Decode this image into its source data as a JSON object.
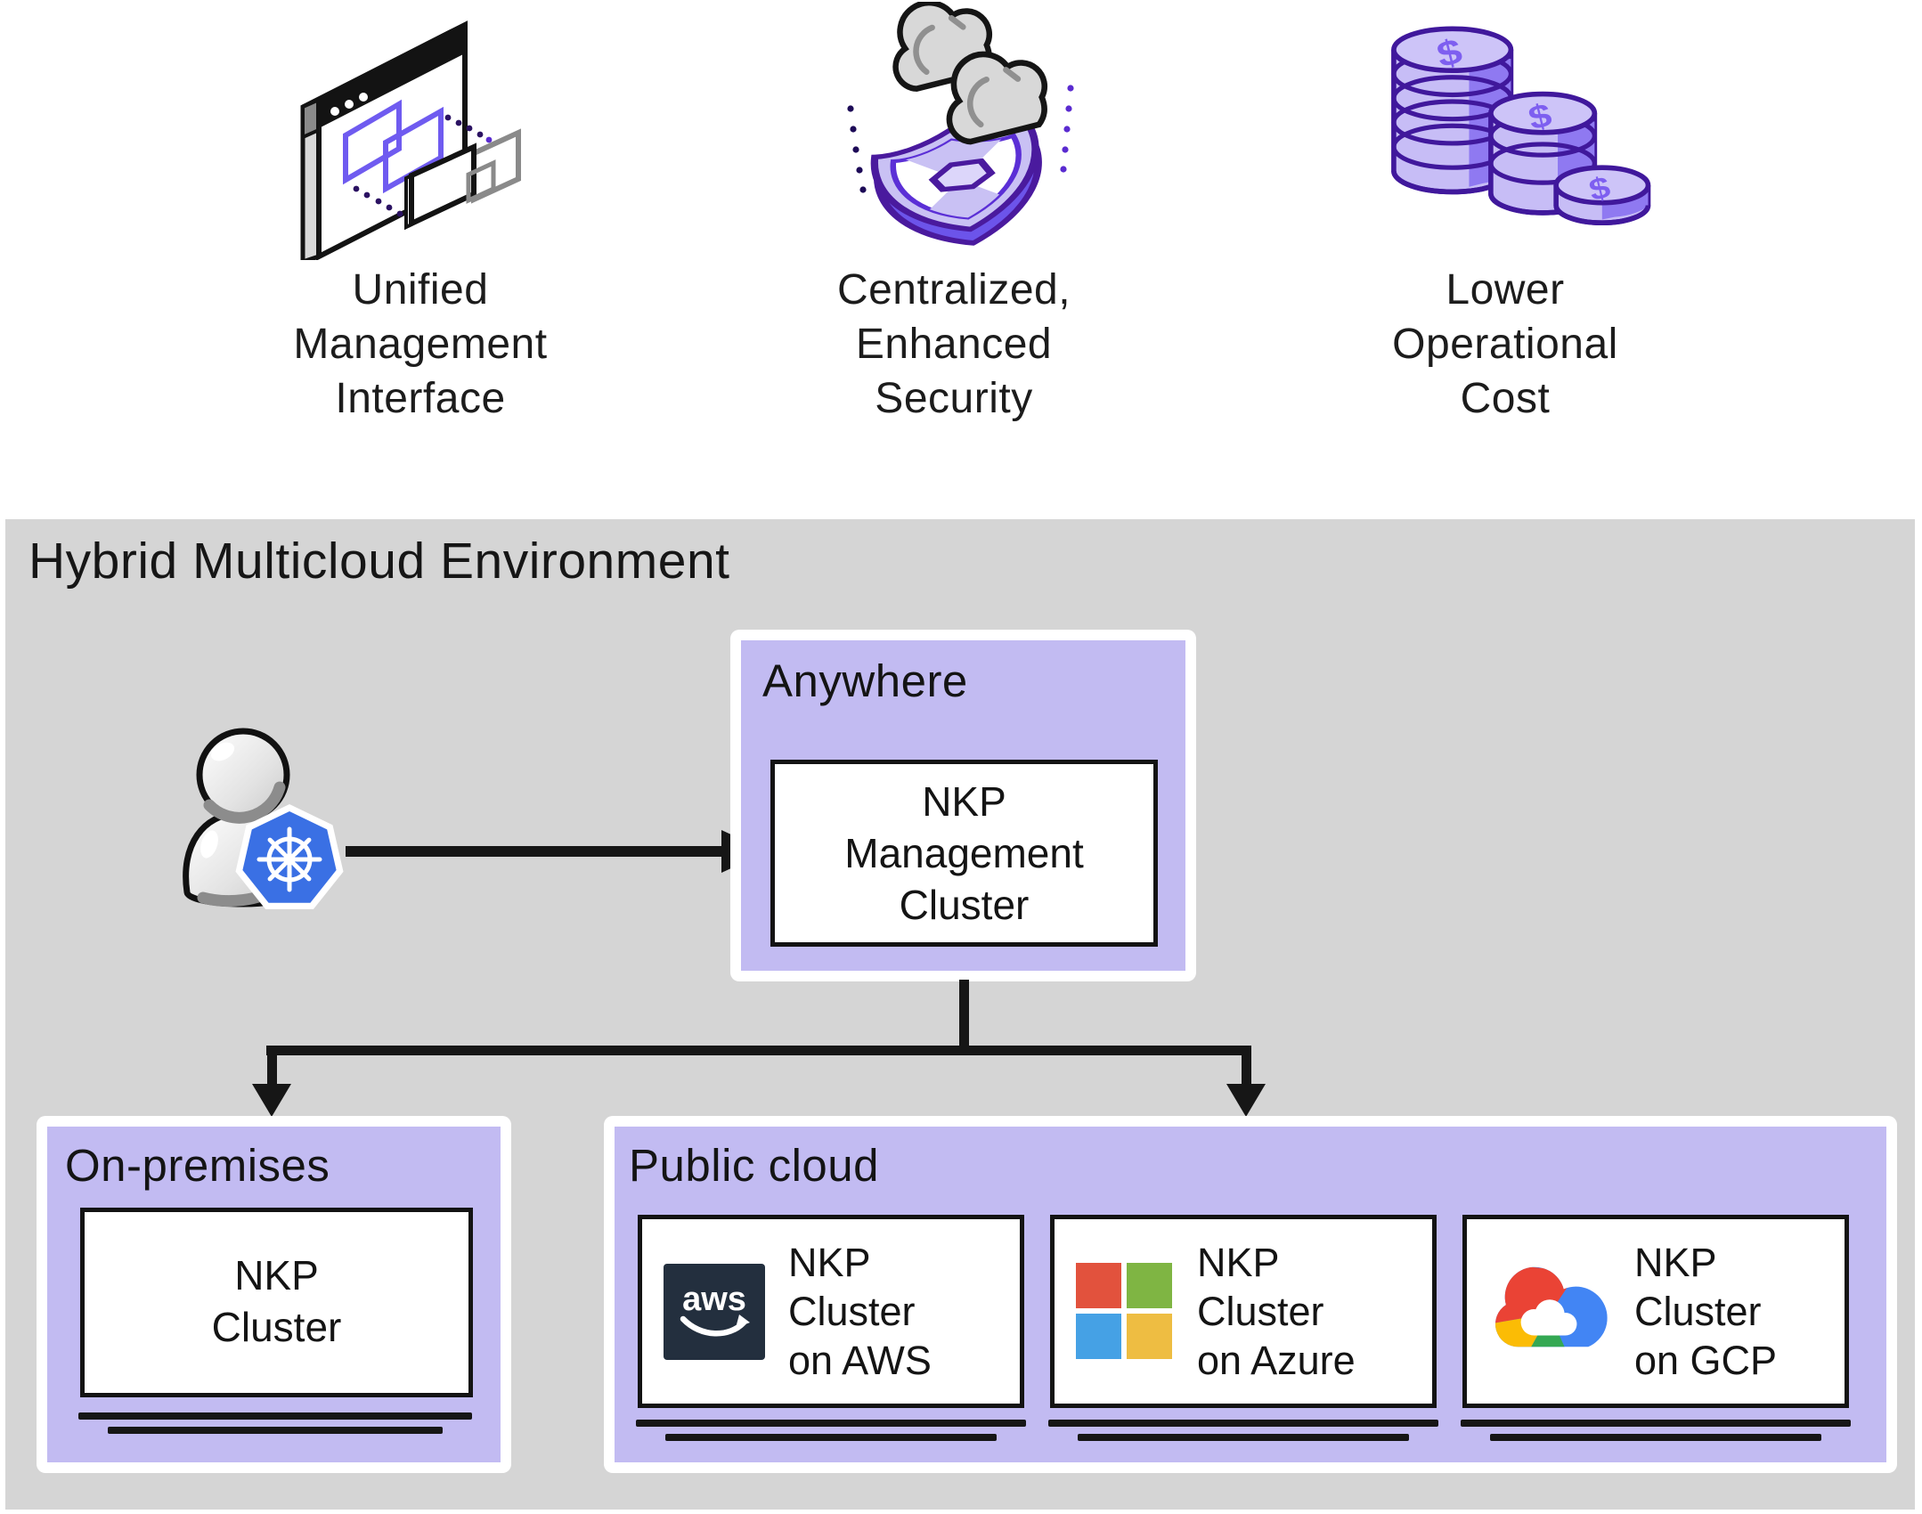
{
  "benefits": {
    "items": [
      {
        "icon": "browser-window-icon",
        "label": "Unified\nManagement\nInterface"
      },
      {
        "icon": "clouds-shield-icon",
        "label": "Centralized,\nEnhanced\nSecurity"
      },
      {
        "icon": "coins-stack-icon",
        "label": "Lower\nOperational\nCost"
      }
    ]
  },
  "environment": {
    "title": "Hybrid Multicloud Environment",
    "operator": {
      "icon": "user-icon",
      "badge_icon": "kubernetes-icon"
    },
    "anywhere": {
      "title": "Anywhere",
      "box_label": "NKP\nManagement\nCluster"
    },
    "on_premises": {
      "title": "On-premises",
      "box_label": "NKP\nCluster"
    },
    "public_cloud": {
      "title": "Public cloud",
      "clusters": [
        {
          "provider_logo": "aws-logo",
          "aws_logo_text": "aws",
          "label": "NKP\nCluster\non AWS"
        },
        {
          "provider_logo": "microsoft-logo",
          "label": "NKP\nCluster\non Azure"
        },
        {
          "provider_logo": "google-cloud-logo",
          "label": "NKP\nCluster\non GCP"
        }
      ]
    }
  },
  "colors": {
    "panel_gray": "#d5d5d5",
    "panel_purple": "#c2bbf2",
    "line_ink": "#161616",
    "icon_purple_dark": "#40189c",
    "icon_purple_mid": "#7b63ee",
    "icon_purple_light": "#c7bdf6",
    "kubernetes_blue": "#3a70e4",
    "aws_navy": "#232f3e",
    "ms_red": "#e2523d",
    "ms_green": "#7fb543",
    "ms_blue": "#45a1e5",
    "ms_yellow": "#eebd42",
    "gcp_red": "#ea4335",
    "gcp_yellow": "#fbbc05",
    "gcp_green": "#34a853",
    "gcp_blue": "#4285f4"
  }
}
